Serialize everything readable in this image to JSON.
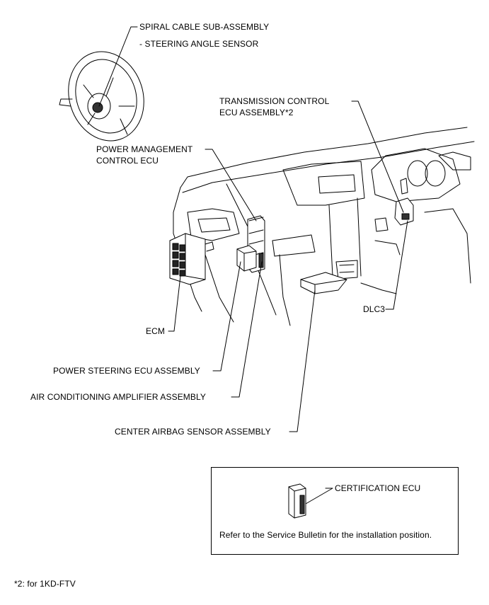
{
  "labels": {
    "spiral_cable": "SPIRAL CABLE SUB-ASSEMBLY",
    "steering_angle": "- STEERING ANGLE SENSOR",
    "transmission_line1": "TRANSMISSION CONTROL",
    "transmission_line2": "ECU ASSEMBLY*2",
    "power_mgmt_line1": "POWER MANAGEMENT",
    "power_mgmt_line2": "CONTROL ECU",
    "ecm": "ECM",
    "dlc3": "DLC3",
    "power_steering": "POWER STEERING ECU ASSEMBLY",
    "air_conditioning": "AIR CONDITIONING AMPLIFIER ASSEMBLY",
    "center_airbag": "CENTER AIRBAG SENSOR ASSEMBLY",
    "certification": "CERTIFICATION ECU"
  },
  "note": {
    "text": "Refer to the Service Bulletin for the installation position."
  },
  "footnote": "*2: for 1KD-FTV"
}
